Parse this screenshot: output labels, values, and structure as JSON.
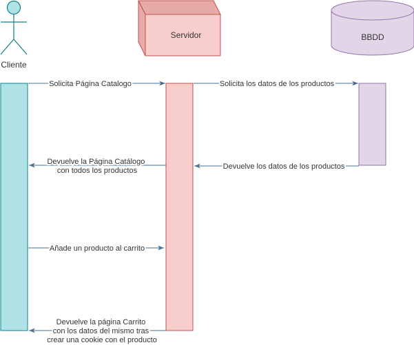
{
  "actors": {
    "client": {
      "label": "Cliente",
      "fill": "#b0e3e6",
      "stroke": "#0e8088"
    },
    "server": {
      "label": "Servidor",
      "fill": "#f8cecc",
      "stroke": "#b85450"
    },
    "database": {
      "label": "BBDD",
      "fill": "#e1d5e7",
      "stroke": "#9673a6"
    }
  },
  "messages": [
    {
      "lines": [
        "Solicita Página Catalogo"
      ]
    },
    {
      "lines": [
        "Solicita los datos de los productos"
      ]
    },
    {
      "lines": [
        "Devuelve los datos de los productos"
      ]
    },
    {
      "lines": [
        "Devuelve la Página Catálogo",
        "con todos los productos"
      ]
    },
    {
      "lines": [
        "Añade un producto al carrito"
      ]
    },
    {
      "lines": [
        "Devuelve la página Carrito",
        "con los datos del mismo tras",
        "crear una cookie con el producto"
      ]
    }
  ],
  "arrow_color": "#4a6f8f"
}
